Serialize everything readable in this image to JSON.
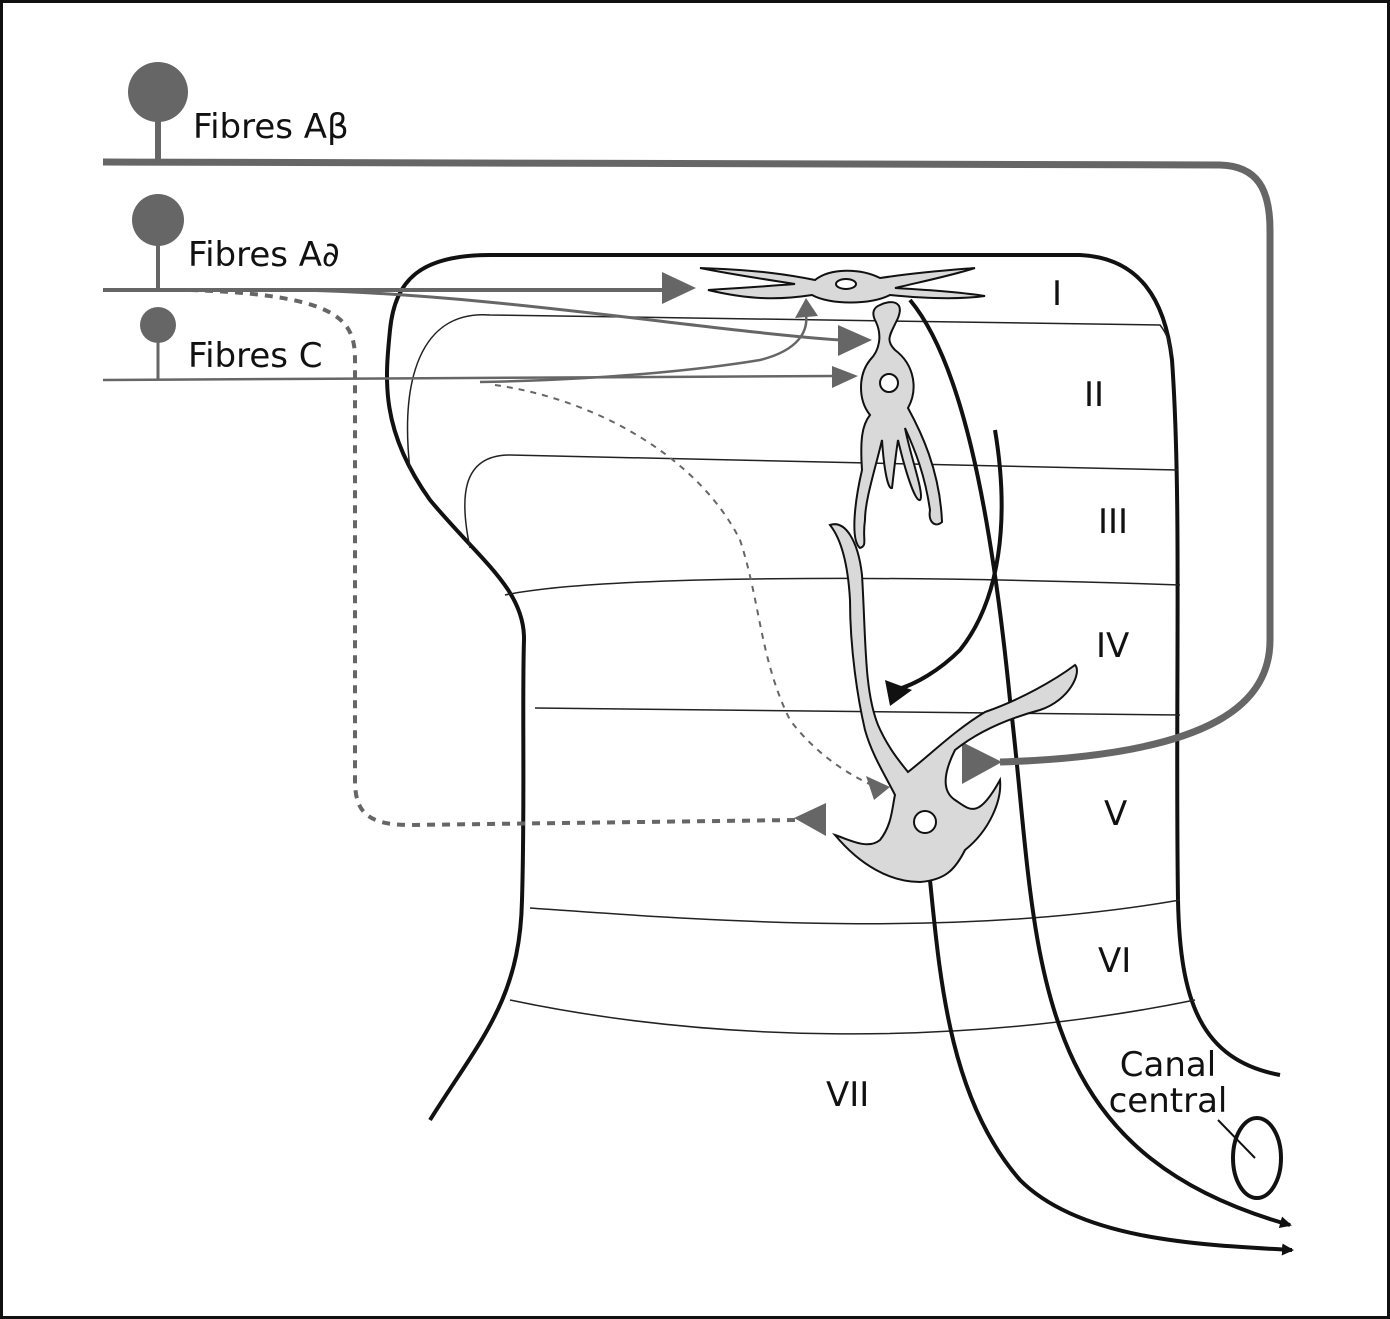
{
  "colors": {
    "fiber": "#666666",
    "outline": "#111111",
    "cell_fill": "#d9d9d9",
    "background": "#ffffff"
  },
  "fibers": {
    "a_beta": "Fibres Aβ",
    "a_delta": "Fibres A∂",
    "c": "Fibres C"
  },
  "laminae": [
    "I",
    "II",
    "III",
    "IV",
    "V",
    "VI",
    "VII"
  ],
  "canal": {
    "line1": "Canal",
    "line2": "central"
  }
}
